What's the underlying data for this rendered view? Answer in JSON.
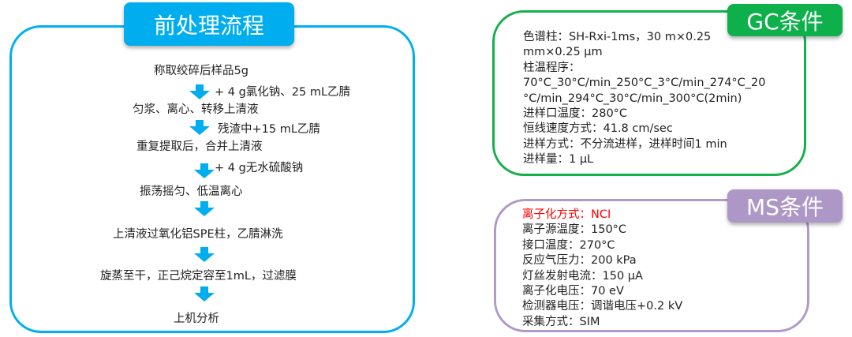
{
  "pretreatment": {
    "title": "前处理流程",
    "steps": [
      "称取绞碎后样品5g",
      "匀浆、离心、转移上清液",
      "重复提取后，合并上清液",
      "振荡摇匀、低温离心",
      "上清液过氧化铝SPE柱，乙腈淋洗",
      "旋蒸至干，正己烷定容至1mL，过滤膜",
      "上机分析"
    ],
    "arrow_labels": [
      "+ 4 g氯化钠、25 mL乙腈",
      "残渣中+15 mL乙腈",
      "+ 4 g无水硫酸钠"
    ],
    "color": "#00aeef"
  },
  "gc": {
    "title": "GC条件",
    "color": "#14b04c",
    "lines": [
      "色谱柱：SH-Rxi-1ms，30 m×0.25",
      "mm×0.25 µm",
      "柱温程序：",
      "70°C_30°C/min_250°C_3°C/min_274°C_20",
      "°C/min_294°C_30°C/min_300°C(2min)",
      "进样口温度：280°C",
      "恒线速度方式：41.8 cm/sec",
      "进样方式：不分流进样，进样时间1 min",
      "进样量：1 µL"
    ]
  },
  "ms": {
    "title": "MS条件",
    "color": "#b09ac8",
    "highlight": "离子化方式：NCI",
    "highlight_color": "#ff0000",
    "lines": [
      "离子源温度：150°C",
      "接口温度：270°C",
      "反应气压力：200 kPa",
      "灯丝发射电流：150 µA",
      "离子化电压：70 eV",
      "检测器电压：调谐电压+0.2 kV",
      "采集方式：SIM"
    ]
  }
}
